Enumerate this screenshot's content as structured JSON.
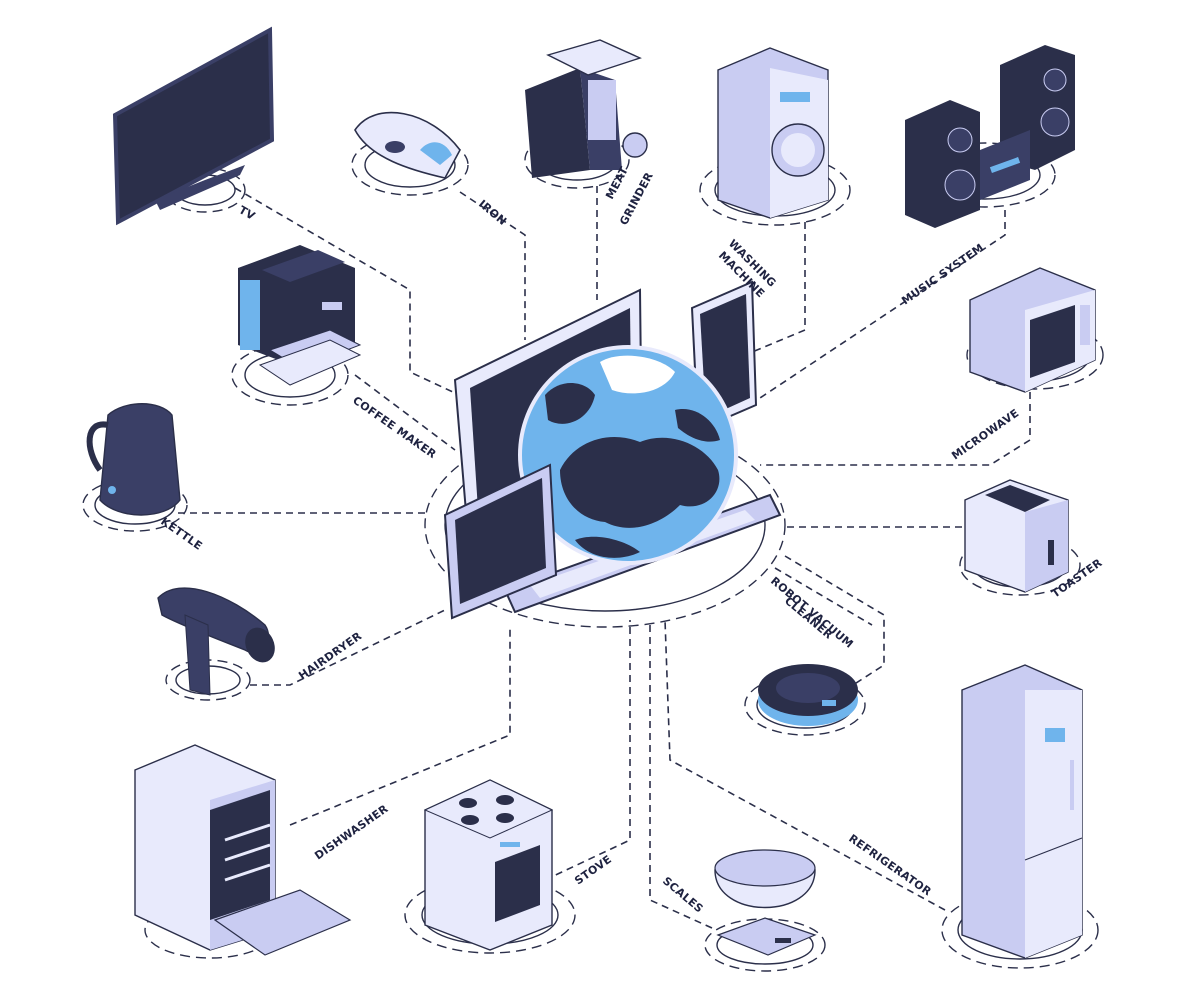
{
  "colors": {
    "navy": "#2b2f4a",
    "dark": "#3a3f66",
    "light": "#c9ccf2",
    "pale": "#e8eafc",
    "blue": "#6fb4ec",
    "white": "#ffffff"
  },
  "devices": [
    {
      "id": "tv",
      "label": "TV"
    },
    {
      "id": "iron",
      "label": "IRON"
    },
    {
      "id": "meat-grinder",
      "label_lines": [
        "MEAT",
        "GRINDER"
      ]
    },
    {
      "id": "washing-machine",
      "label_lines": [
        "WASHING",
        "MACHINE"
      ]
    },
    {
      "id": "music-system",
      "label": "MUSIC SYSTEM"
    },
    {
      "id": "coffee-maker",
      "label": "COFFEE MAKER"
    },
    {
      "id": "microwave",
      "label": "MICROWAVE"
    },
    {
      "id": "kettle",
      "label": "KETTLE"
    },
    {
      "id": "toaster",
      "label": "TOASTER"
    },
    {
      "id": "robot-vacuum",
      "label_lines": [
        "ROBOT VACUUM",
        "CLEANER"
      ]
    },
    {
      "id": "hairdryer",
      "label": "HAIRDRYER"
    },
    {
      "id": "dishwasher",
      "label": "DISHWASHER"
    },
    {
      "id": "stove",
      "label": "STOVE"
    },
    {
      "id": "scales",
      "label": "SCALES"
    },
    {
      "id": "refrigerator",
      "label": "REFRIGERATOR"
    }
  ]
}
